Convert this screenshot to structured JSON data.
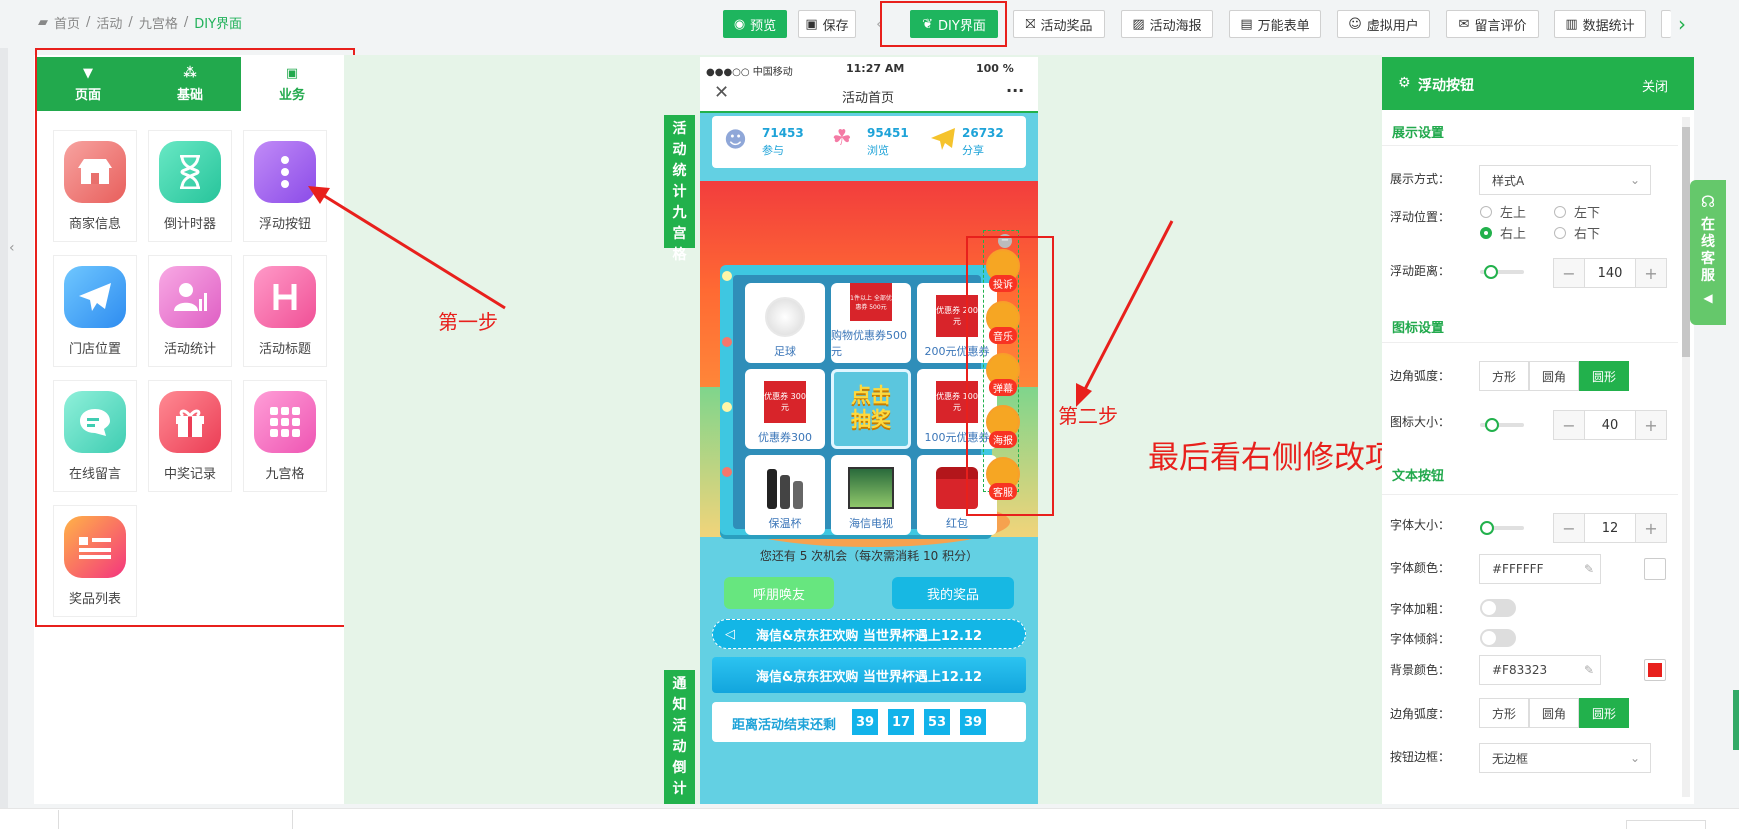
{
  "breadcrumb": [
    "首页",
    "活动",
    "九宫格",
    "DIY界面"
  ],
  "toolbar": {
    "preview": "预览",
    "save": "保存",
    "diy": "DIY界面",
    "prizes": "活动奖品",
    "poster": "活动海报",
    "form": "万能表单",
    "virtual_user": "虚拟用户",
    "comments": "留言评价",
    "stats": "数据统计"
  },
  "left": {
    "tabs": [
      "页面",
      "基础",
      "业务"
    ],
    "components": [
      "商家信息",
      "倒计时器",
      "浮动按钮",
      "门店位置",
      "活动统计",
      "活动标题",
      "在线留言",
      "中奖记录",
      "九宫格",
      "奖品列表"
    ]
  },
  "annotations": {
    "step1": "第一步",
    "step2": "第二步",
    "final": "最后看右侧修改项修改保存"
  },
  "phone": {
    "status": {
      "carrier": "●●●○○ 中国移动",
      "time": "11:27 AM",
      "battery": "100 %"
    },
    "title": "活动首页",
    "stats": [
      {
        "value": "71453",
        "label": "参与"
      },
      {
        "value": "95451",
        "label": "浏览"
      },
      {
        "value": "26732",
        "label": "分享"
      }
    ],
    "grid": [
      "足球",
      "购物优惠券500元",
      "200元优惠券",
      "优惠券300",
      "点击抽奖",
      "100元优惠券",
      "保温杯",
      "海信电视",
      "红包"
    ],
    "coupon_texts": {
      "c500": "1件以上 全部优惠券 500元",
      "c200": "优惠券 200元",
      "c300": "优惠券 300元",
      "c100": "优惠券 100元"
    },
    "float_buttons": [
      "投诉",
      "音乐",
      "弹幕",
      "海报",
      "客服"
    ],
    "chance_text": "您还有 5 次机会（每次需消耗 10 积分）",
    "btn_invite": "呼朋唤友",
    "btn_prizes": "我的奖品",
    "notice": "海信&京东狂欢购 当世界杯遇上12.12",
    "title_banner": "海信&京东狂欢购 当世界杯遇上12.12",
    "countdown_label": "距离活动结束还剩",
    "countdown": [
      "39",
      "17",
      "53",
      "39"
    ]
  },
  "side_labels": {
    "stats": "活动统计九宫格",
    "notice": "通知活动倒计"
  },
  "right": {
    "title": "浮动按钮",
    "close": "关闭",
    "display_section": "展示设置",
    "display_mode_label": "展示方式：",
    "display_mode_value": "样式A",
    "float_pos_label": "浮动位置：",
    "positions": [
      "左上",
      "左下",
      "右上",
      "右下"
    ],
    "float_dist_label": "浮动距离：",
    "float_dist": "140",
    "icon_section": "图标设置",
    "corner_label": "边角弧度：",
    "corner_options": [
      "方形",
      "圆角",
      "圆形"
    ],
    "icon_size_label": "图标大小：",
    "icon_size": "40",
    "text_section": "文本按钮",
    "font_size_label": "字体大小：",
    "font_size": "12",
    "font_color_label": "字体颜色：",
    "font_color": "#FFFFFF",
    "font_bold_label": "字体加粗：",
    "font_italic_label": "字体倾斜：",
    "bg_color_label": "背景颜色：",
    "bg_color": "#F83323",
    "corner2_label": "边角弧度：",
    "border_label": "按钮边框：",
    "border_value": "无边框"
  },
  "online_service": "在线客服",
  "colors": {
    "green": "#22b14c",
    "red": "#e8201c",
    "accent_red": "#F83323"
  }
}
